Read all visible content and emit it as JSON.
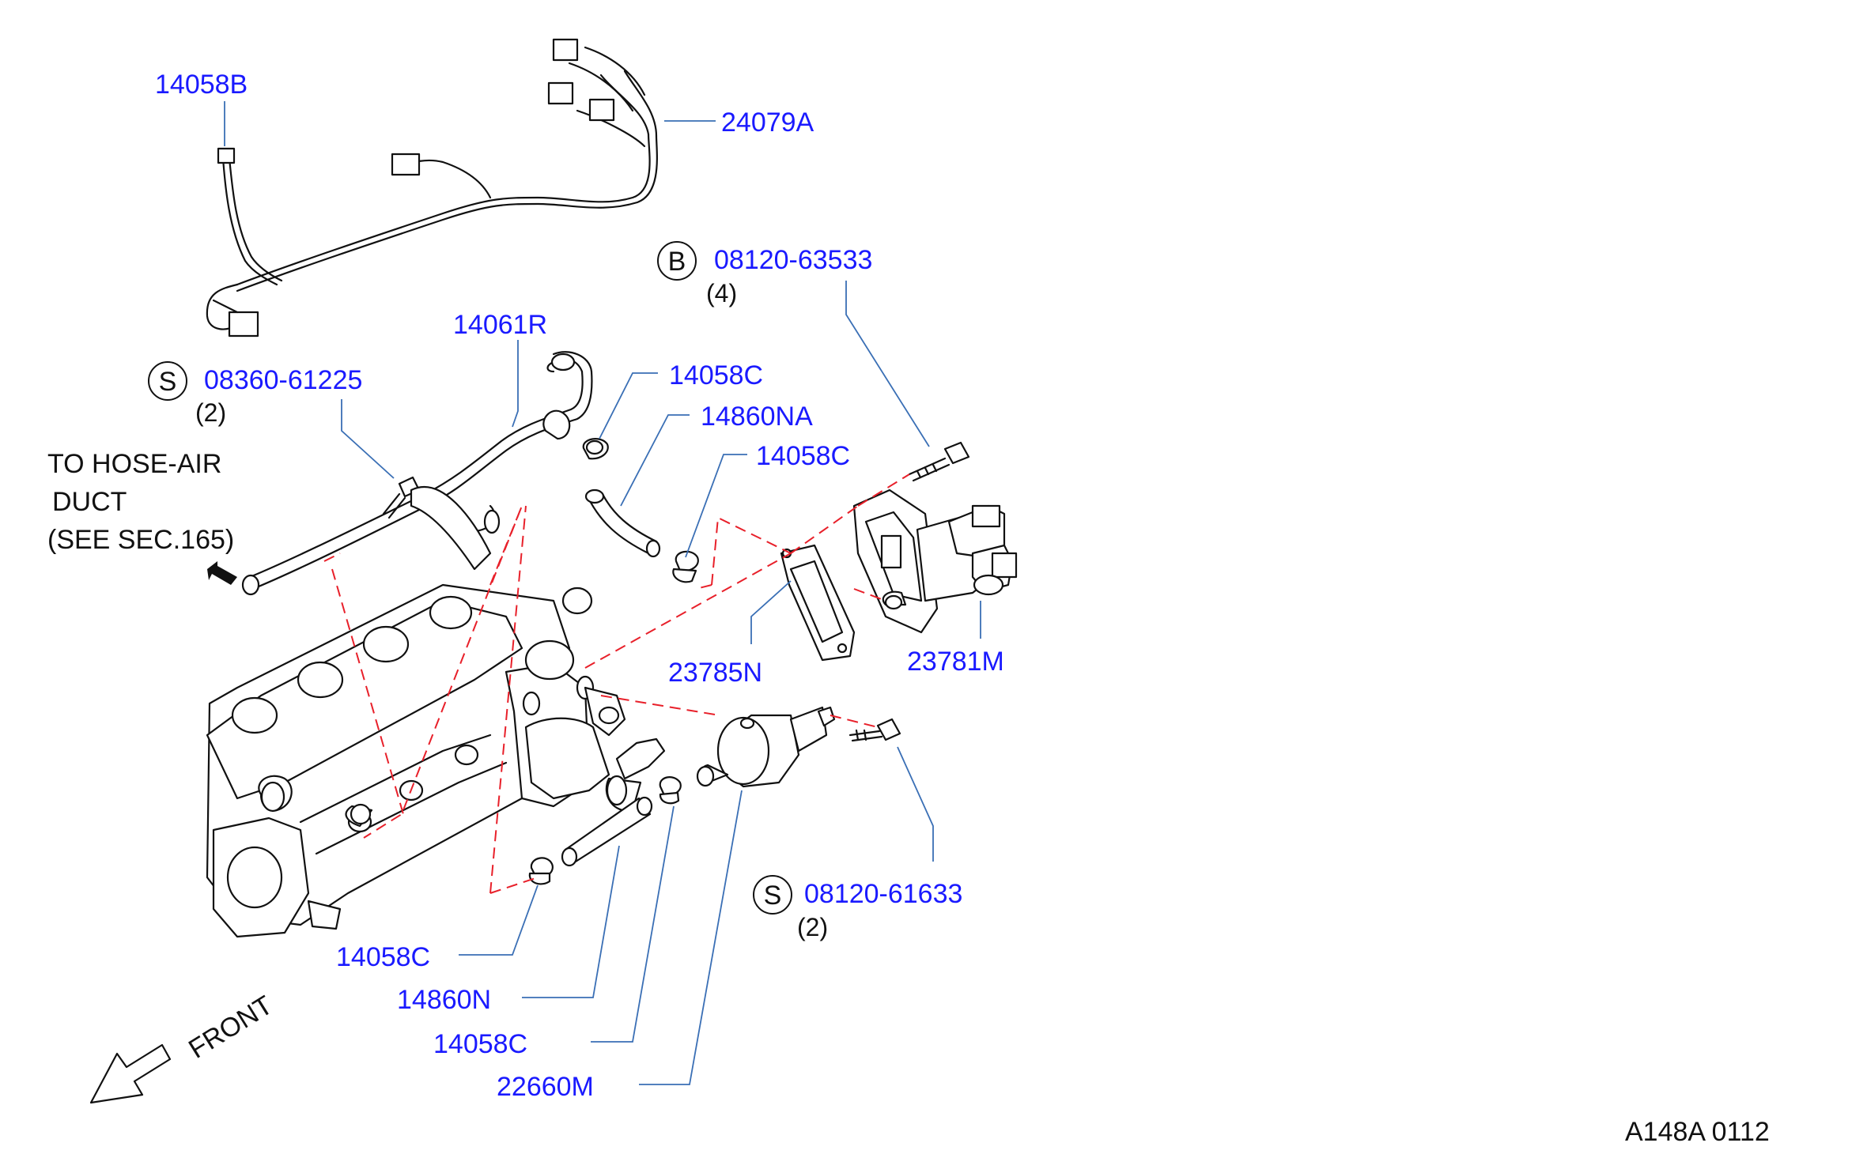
{
  "labels": {
    "p14058B": "14058B",
    "p24079A": "24079A",
    "p08120_63533": "08120-63533",
    "q4": "(4)",
    "p14061R": "14061R",
    "p08360_61225": "08360-61225",
    "q2a": "(2)",
    "p14058C_1": "14058C",
    "p14860NA": "14860NA",
    "p14058C_2": "14058C",
    "p23785N": "23785N",
    "p23781M": "23781M",
    "p08120_61633": "08120-61633",
    "q2b": "(2)",
    "p14058C_3": "14058C",
    "p14860N": "14860N",
    "p14058C_4": "14058C",
    "p22660M": "22660M"
  },
  "notes": {
    "to_hose_line1": "TO  HOSE-AIR",
    "to_hose_line2": "DUCT",
    "to_hose_line3": "(SEE  SEC.165)",
    "front": "FRONT",
    "diagram_code": "A148A  0112"
  },
  "symbols": {
    "bolt_b": "B",
    "bolt_s1": "S",
    "bolt_s2": "S"
  },
  "colors": {
    "part_number": "#1a1aff",
    "leader": "#3a6fb5",
    "dashed_guide": "#e8202a",
    "linework": "#111111"
  }
}
